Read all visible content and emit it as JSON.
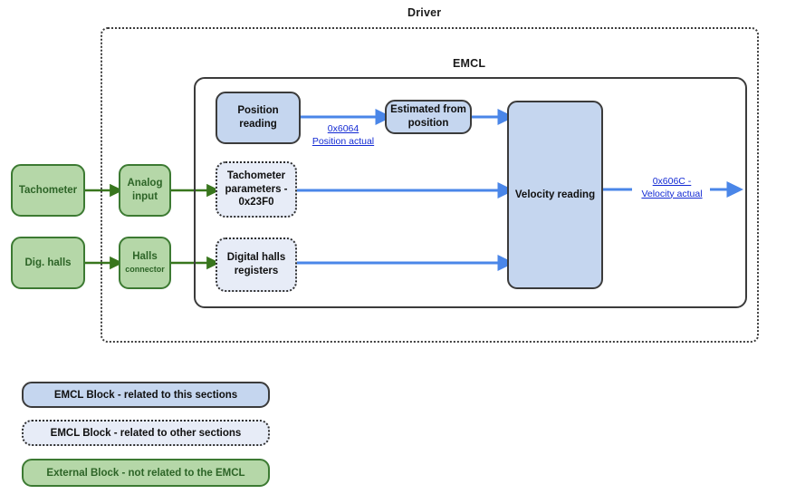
{
  "diagram": {
    "title_driver": "Driver",
    "title_emcl": "EMCL",
    "containers": [
      {
        "name": "driver",
        "label": "Driver",
        "border": "dotted",
        "color": "#3d3d3d"
      },
      {
        "name": "emcl",
        "label": "EMCL",
        "border": "solid",
        "color": "#3b3b3b"
      }
    ],
    "nodes": {
      "tachometer": "Tachometer",
      "dig_halls": "Dig. halls",
      "analog_input": "Analog input",
      "halls_connector_main": "Halls",
      "halls_connector_sub": "connector",
      "position_reading": "Position reading",
      "tachometer_parameters": "Tachometer parameters - 0x23F0",
      "digital_halls_registers": "Digital halls registers",
      "estimated_from_position": "Estimated from position",
      "velocity_reading": "Velocity reading"
    },
    "edge_labels": {
      "position_actual_index": "0x6064",
      "position_actual_name": "Position actual",
      "velocity_actual_index": "0x606C -",
      "velocity_actual_name": "Velocity actual"
    },
    "colors": {
      "emcl_block_fill": "#c5d6ef",
      "emcl_block_border": "#3b3b3b",
      "emcl_other_fill": "#e7ecf7",
      "emcl_other_border": "#2e2e2e",
      "external_fill": "#b5d7a8",
      "external_border": "#3c7a32",
      "external_text": "#2d6427",
      "blue_arrow": "#4a86e8",
      "green_arrow": "#38761d",
      "link_text": "#1229d3"
    }
  },
  "legend": {
    "items": [
      {
        "label": "EMCL Block - related to this sections",
        "style": "emcl-solid"
      },
      {
        "label": "EMCL Block - related to other sections",
        "style": "emcl-dotted"
      },
      {
        "label": "External Block - not related to the EMCL",
        "style": "external"
      }
    ]
  }
}
